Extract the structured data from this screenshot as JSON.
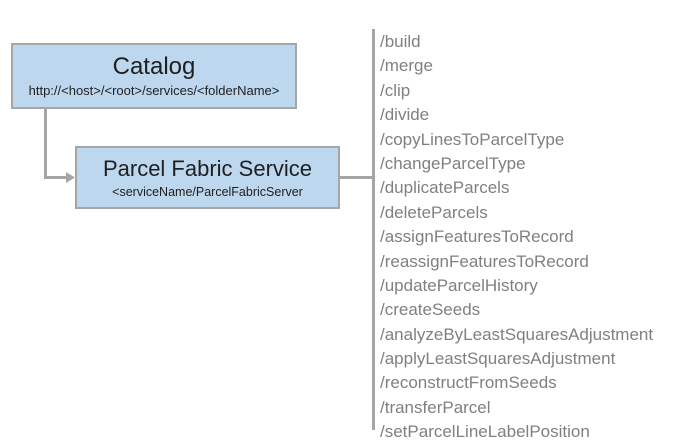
{
  "diagram": {
    "background_color": "#ffffff",
    "node_fill_color": "#bdd7ee",
    "node_border_color": "#a6a6a6",
    "connector_color": "#a6a6a6",
    "operation_text_color": "#808080",
    "node_text_color": "#1f1f1f",
    "nodes": [
      {
        "id": "catalog",
        "title": "Catalog",
        "subtitle": "http://<host>/<root>/services/<folderName>"
      },
      {
        "id": "parcel-fabric-service",
        "title": "Parcel Fabric Service",
        "subtitle": "<serviceName/ParcelFabricServer"
      }
    ],
    "operations": [
      "/build",
      "/merge",
      "/clip",
      "/divide",
      "/copyLinesToParcelType",
      "/changeParcelType",
      "/duplicateParcels",
      "/deleteParcels",
      "/assignFeaturesToRecord",
      "/reassignFeaturesToRecord",
      "/updateParcelHistory",
      "/createSeeds",
      "/analyzeByLeastSquaresAdjustment",
      "/applyLeastSquaresAdjustment",
      "/reconstructFromSeeds",
      "/transferParcel",
      "/setParcelLineLabelPosition"
    ]
  }
}
